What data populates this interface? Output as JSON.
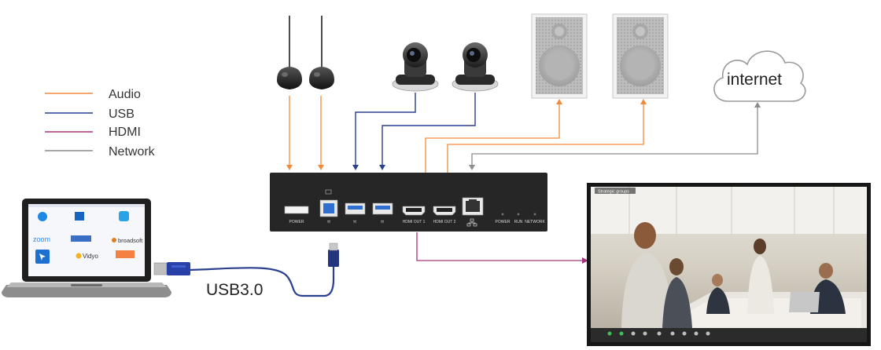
{
  "legend": {
    "items": [
      {
        "label": "Audio",
        "color": "#f08a3c"
      },
      {
        "label": "USB",
        "color": "#2b3f8f"
      },
      {
        "label": "HDMI",
        "color": "#a3357c"
      },
      {
        "label": "Network",
        "color": "#8c8c8c"
      }
    ]
  },
  "cloud": {
    "label": "internet"
  },
  "cable": {
    "label": "USB3.0"
  },
  "hub": {
    "ports": {
      "power": "POWER",
      "usb_b": "⮅",
      "hdmi1": "HDMI OUT 1",
      "hdmi2": "HDMI OUT 2"
    },
    "leds": [
      "POWER",
      "RUN",
      "NETWORK"
    ]
  },
  "laptop": {
    "apps": [
      "zoom",
      "broadsoft",
      "Vidyo"
    ]
  },
  "display": {
    "title": "Strategic groups"
  },
  "colors": {
    "audio": "#f08a3c",
    "usb": "#2b3f8f",
    "hdmi": "#a3357c",
    "network": "#8c8c8c",
    "device": "#262626"
  }
}
